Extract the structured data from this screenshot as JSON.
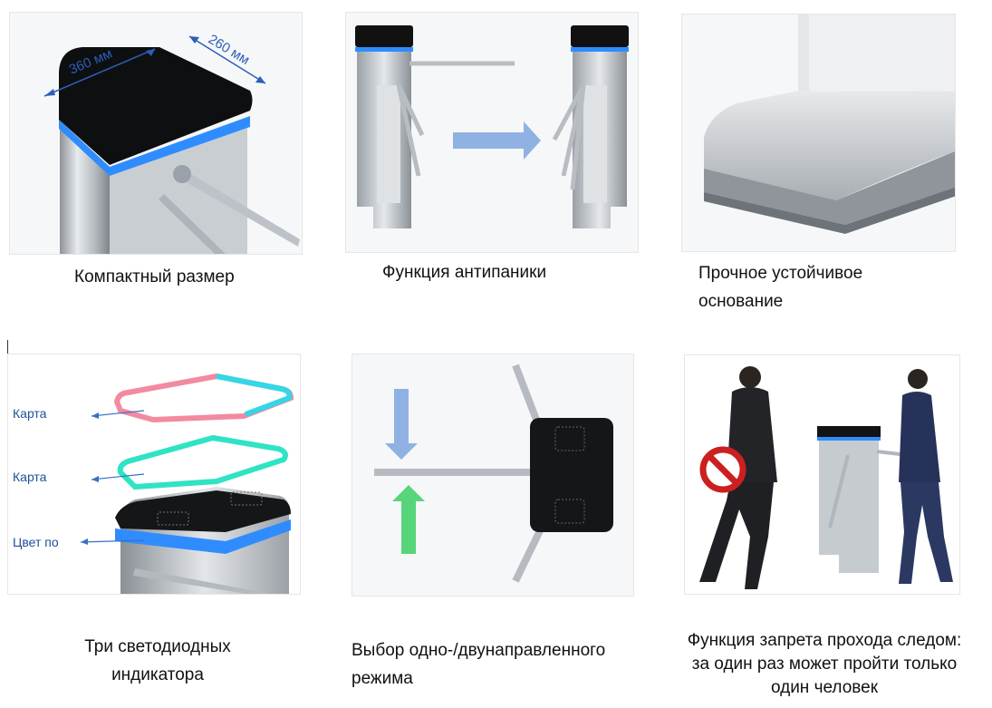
{
  "panels": [
    {
      "id": "compact-size",
      "caption": [
        "Компактный размер"
      ],
      "dim_width": "360 мм",
      "dim_depth": "260 мм"
    },
    {
      "id": "anti-panic",
      "caption": [
        "Функция антипаники"
      ]
    },
    {
      "id": "sturdy-base",
      "caption": [
        "Прочное устойчивое",
        "основание"
      ]
    },
    {
      "id": "three-leds",
      "caption": [
        "Три светодиодных",
        "индикатора"
      ],
      "labels": [
        "Карта",
        "Карта",
        "Цвет по"
      ]
    },
    {
      "id": "direction-mode",
      "caption": [
        "Выбор одно-/двунаправленного",
        "режима"
      ]
    },
    {
      "id": "anti-tailgating",
      "caption": [
        "Функция запрета прохода следом:",
        "за один раз может пройти только",
        "один человек"
      ]
    }
  ],
  "colors": {
    "led_blue": "#2f8cff",
    "led_pink": "#f28aa0",
    "led_cyan": "#35d6e6",
    "led_teal": "#2fe3c4",
    "arrow_blue": "#8fb2e3",
    "arrow_green": "#57d57a",
    "label_blue": "#1f4e9a",
    "forbidden_red": "#cc1f1f"
  }
}
